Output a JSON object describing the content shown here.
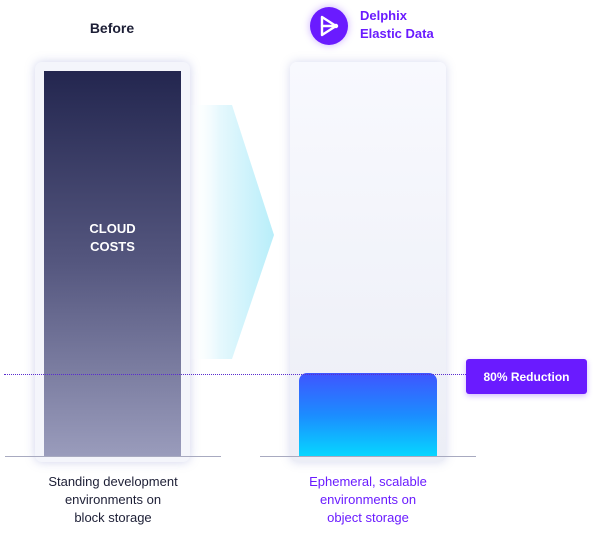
{
  "before": {
    "title": "Before"
  },
  "brand": {
    "line1": "Delphix",
    "line2": "Elastic Data",
    "logo_icon": "delphix-logo-icon",
    "color": "#6a1bff"
  },
  "left_bar": {
    "label_line1": "CLOUD",
    "label_line2": "COSTS"
  },
  "badge": {
    "label": "80% Reduction",
    "color": "#6a1bff"
  },
  "captions": {
    "left": [
      "Standing development",
      "environments on",
      "block storage"
    ],
    "right": [
      "Ephemeral, scalable",
      "environments on",
      "object storage"
    ]
  },
  "colors": {
    "dark_navy": "#23264f",
    "accent_purple": "#6a1bff",
    "bright_blue": "#3f55ff",
    "cyan": "#06d8ff",
    "arrow_cyan": "#bff0fb"
  }
}
